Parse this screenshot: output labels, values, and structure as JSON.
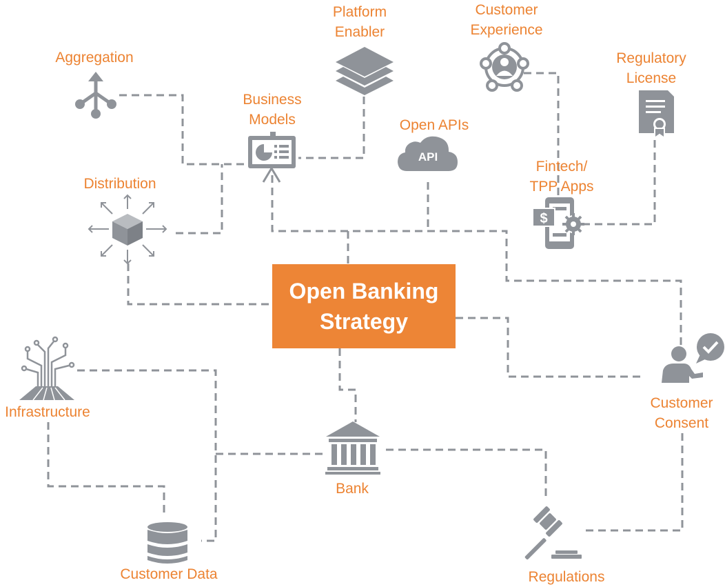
{
  "colors": {
    "accent": "#ec8332",
    "icon": "#8f9399",
    "line": "#8f9399",
    "center_fill": "#ed8536",
    "center_text": "#ffffff"
  },
  "center": {
    "line1": "Open Banking",
    "line2": "Strategy"
  },
  "nodes": {
    "aggregation": {
      "label": "Aggregation",
      "icon": "aggregation-icon"
    },
    "platform_enabler": {
      "label_line1": "Platform",
      "label_line2": "Enabler",
      "icon": "layers-icon"
    },
    "customer_experience": {
      "label_line1": "Customer",
      "label_line2": "Experience",
      "icon": "customer-network-icon"
    },
    "regulatory_license": {
      "label_line1": "Regulatory",
      "label_line2": "License",
      "icon": "certificate-icon"
    },
    "business_models": {
      "label_line1": "Business",
      "label_line2": "Models",
      "icon": "presentation-board-icon"
    },
    "open_apis": {
      "label": "Open APIs",
      "icon": "api-cloud-icon",
      "icon_text": "API"
    },
    "distribution": {
      "label": "Distribution",
      "icon": "distribution-cube-icon"
    },
    "fintech": {
      "label_line1": "Fintech/",
      "label_line2": "TPP Apps",
      "icon": "fintech-app-icon"
    },
    "infrastructure": {
      "label": "Infrastructure",
      "icon": "circuit-tree-icon"
    },
    "customer_consent": {
      "label_line1": "Customer",
      "label_line2": "Consent",
      "icon": "consent-person-icon"
    },
    "bank": {
      "label": "Bank",
      "icon": "bank-icon"
    },
    "customer_data": {
      "label": "Customer Data",
      "icon": "database-icon"
    },
    "regulations": {
      "label": "Regulations",
      "icon": "gavel-icon"
    }
  }
}
